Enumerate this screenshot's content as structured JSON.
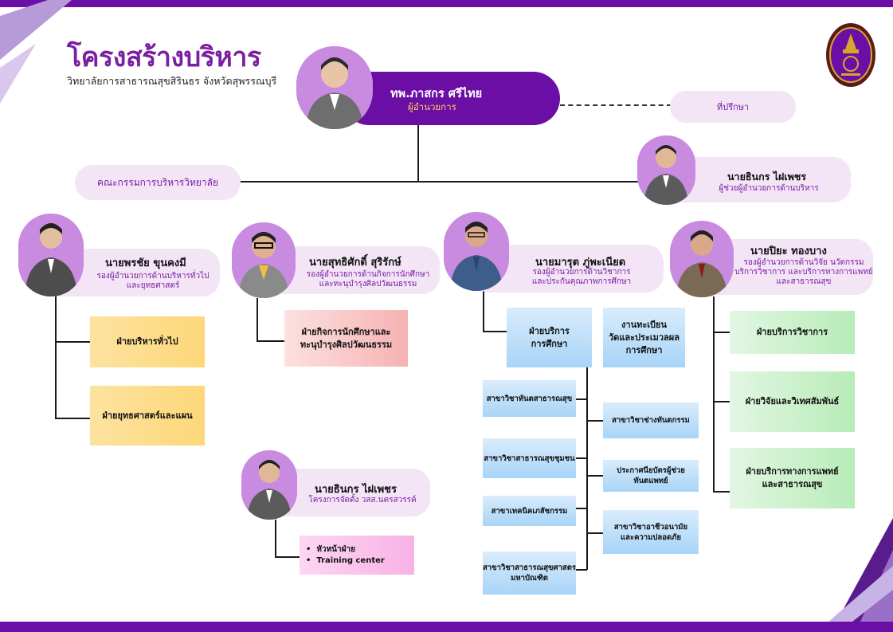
{
  "header": {
    "title": "โครงสร้างบริหาร",
    "subtitle": "วิทยาลัยการสาธารณสุขสิรินธร จังหวัดสุพรรณบุรี"
  },
  "logo": {
    "icon": "college-seal-icon"
  },
  "director": {
    "name": "ทพ.ภาสกร ศรีไทย",
    "role": "ผู้อำนวยการ"
  },
  "advisor": {
    "label": "ที่ปรึกษา"
  },
  "committee": {
    "label": "คณะกรรมการบริหารวิทยาลัย"
  },
  "assistant": {
    "name": "นายธินกร ไฝเพชร",
    "role": "ผู้ช่วยผู้อำนวยการด้านบริหาร"
  },
  "deputy1": {
    "name": "นายพรชัย ขุนคงมี",
    "role_line1": "รองผู้อำนวยการด้านบริหารทั่วไป",
    "role_line2": "และยุทธศาสตร์",
    "units": [
      "ฝ่ายบริหารทั่วไป",
      "ฝ่ายยุทธศาสตร์และแผน"
    ]
  },
  "deputy2": {
    "name": "นายสุทธิศักดิ์ สุริรักษ์",
    "role_line1": "รองผู้อำนวยการด้านกิจการนักศึกษา",
    "role_line2": "และทะนุบำรุงศิลปวัฒนธรรม",
    "unit_line1": "ฝ่ายกิจการนักศึกษาและ",
    "unit_line2": "ทะนุบำรุงศิลปวัฒนธรรม"
  },
  "deputy3": {
    "name": "นายมารุต ภู่พะเนียด",
    "role_line1": "รองผู้อำนวยการด้านวิชาการ",
    "role_line2": "และประกันคุณภาพการศึกษา",
    "service_line1": "ฝ่ายบริการ",
    "service_line2": "การศึกษา",
    "registry_line1": "งานทะเบียน",
    "registry_line2": "วัดและประเมวลผล",
    "registry_line3": "การศึกษา",
    "left_programs": [
      "สาขาวิชาทันตสาธารณสุข",
      "สาขาวิชาสาธารณสุขชุมชน",
      "สาขาเทคนิคเภสัชกรรม"
    ],
    "left_program4_line1": "สาขาวิชาสาธารณสุขศาสตร",
    "left_program4_line2": "มหาบัณฑิต",
    "right_program1": "สาขาวิชาช่างทันตกรรม",
    "right_program2_line1": "ประกาศนียบัตรผู้ช่วย",
    "right_program2_line2": "ทันตแพทย์",
    "right_program3_line1": "สาขาวิชาอาชีวอนามัย",
    "right_program3_line2": "และความปลอดภัย"
  },
  "deputy4": {
    "name": "นายปิยะ ทองบาง",
    "role_line1": "รองผู้อำนวยการด้านวิจัย นวัตกรรม",
    "role_line2": "บริการวิชาการ และบริการทางการแพทย์",
    "role_line3": "และสาธารณสุข",
    "unit1": "ฝ่ายบริการวิชาการ",
    "unit2": "ฝ่ายวิจัยและวิเทศสัมพันธ์",
    "unit3_line1": "ฝ่ายบริการทางการแพทย์",
    "unit3_line2": "และสาธารณสุข"
  },
  "project": {
    "name": "นายธินกร ไฝเพชร",
    "role": "โครงการจัดตั้ง วสส.นครสวรรค์",
    "items": [
      "หัวหน้าฝ่าย",
      "Training center"
    ]
  },
  "colors": {
    "brand": "#6a0ea5",
    "accent": "#7b1fa2",
    "pill": "#f3e4f6",
    "avatar_ring": "#c98be0"
  }
}
